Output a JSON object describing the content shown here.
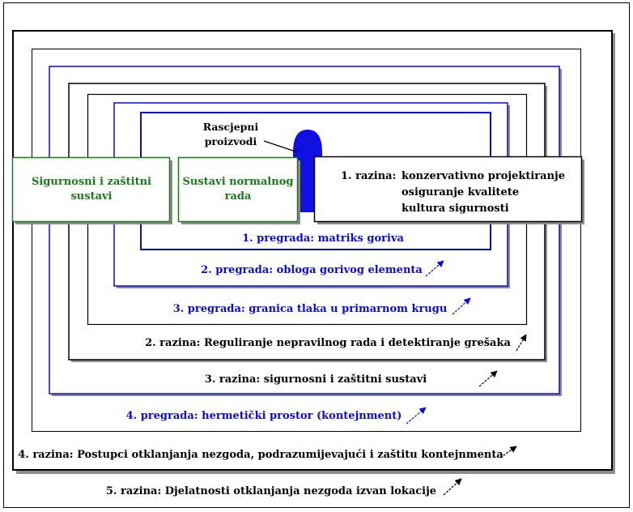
{
  "colors": {
    "black": "#000000",
    "blue": "#0b0bd6",
    "green": "#1a7a1a",
    "fuel": "#1010e0",
    "shadow": "#8c8c8c",
    "background": "#ffffff"
  },
  "diagram": {
    "levels": {
      "level5": "5. razina: Djelatnosti otklanjanja nezgoda izvan lokacije",
      "level4": "4. razina: Postupci otklanjanja nezgoda, podrazumijevajući i zaštitu kontejnmenta",
      "level3": "3. razina: sigurnosni i zaštitni sustavi",
      "level2": "2. razina: Reguliranje nepravilnog rada i detektiranje grešaka",
      "level1": {
        "prefix": "1. razina:",
        "lines": [
          "konzervativno projektiranje",
          "osiguranje kvalitete",
          "kultura sigurnosti"
        ]
      }
    },
    "barriers": {
      "barrier4": "4. pregrada: hermetički prostor (kontejnment)",
      "barrier3": "3. pregrada: granica tlaka u primarnom krugu",
      "barrier2": "2. pregrada: obloga gorivog elementa",
      "barrier1": "1. pregrada: matriks goriva"
    },
    "systems": {
      "safety": [
        "Sigurnosni i zaštitni",
        "sustavi"
      ],
      "normal": [
        "Sustavi normalnog",
        "rada"
      ]
    },
    "fission_products": [
      "Rascjepni",
      "proizvodi"
    ],
    "icons": [
      "arrow-icon"
    ]
  }
}
